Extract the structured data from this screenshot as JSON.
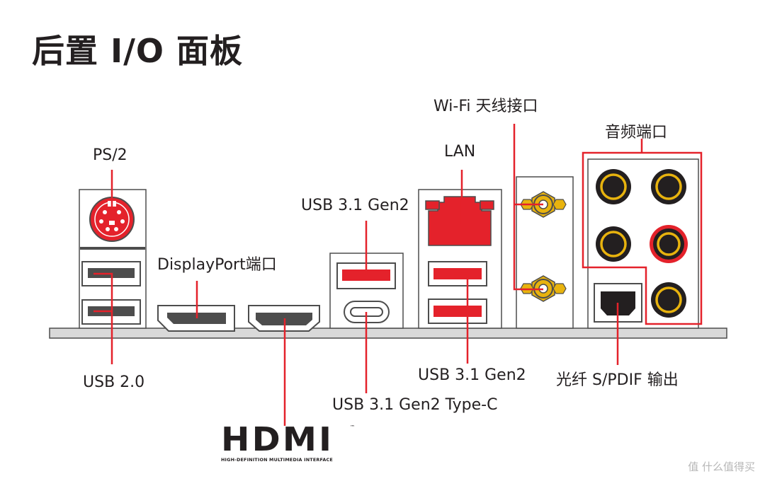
{
  "title": "后置 I/O 面板",
  "labels": {
    "ps2": "PS/2",
    "usb20": "USB 2.0",
    "displayport": "DisplayPort端口",
    "usb31_top": "USB 3.1 Gen2",
    "usb31_typec": "USB 3.1 Gen2 Type-C",
    "lan": "LAN",
    "usb31_bottom": "USB 3.1 Gen2",
    "wifi": "Wi-Fi 天线接口",
    "audio": "音频端口",
    "spdif": "光纤 S/PDIF 输出"
  },
  "hdmi_logo": {
    "word": "HDMI",
    "tm": "™",
    "tagline": "HIGH-DEFINITION MULTIMEDIA INTERFACE"
  },
  "watermark": "值 什么值得买",
  "colors": {
    "accent_red": "#e4222b",
    "outline": "#4d4d4d",
    "plate": "#d9d9d9",
    "jack_gold": "#e8b30e",
    "text": "#231f20"
  }
}
